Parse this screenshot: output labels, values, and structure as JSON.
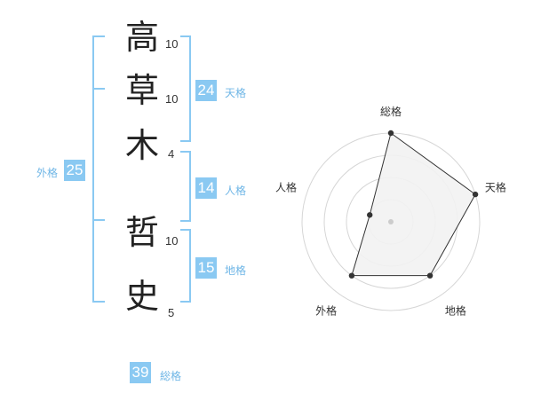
{
  "name_chars": [
    {
      "char": "高",
      "strokes": "10"
    },
    {
      "char": "草",
      "strokes": "10"
    },
    {
      "char": "木",
      "strokes": "4"
    },
    {
      "char": "哲",
      "strokes": "10"
    },
    {
      "char": "史",
      "strokes": "5"
    }
  ],
  "fortune": {
    "tenkaku": {
      "value": "24",
      "label": "天格"
    },
    "jinkaku": {
      "value": "14",
      "label": "人格"
    },
    "chikaku": {
      "value": "15",
      "label": "地格"
    },
    "gaikaku": {
      "value": "25",
      "label": "外格"
    },
    "soukaku": {
      "value": "39",
      "label": "総格"
    }
  },
  "colors": {
    "accent": "#8ac9f2",
    "text": "#222222",
    "chart_fill": "#f2f2f2"
  },
  "chart_data": {
    "type": "radar",
    "axes": [
      "総格",
      "天格",
      "地格",
      "外格",
      "人格"
    ],
    "values": [
      4,
      4,
      3,
      3,
      1
    ],
    "rmax": 4,
    "grid_levels": 4
  }
}
